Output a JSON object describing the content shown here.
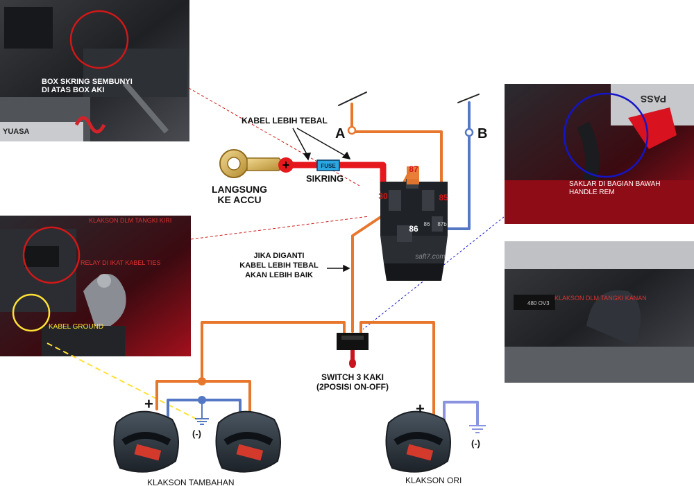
{
  "photos": {
    "fusebox": {
      "caption": "BOX SKRING SEMBUNYI\nDI ATAS BOX AKI",
      "badge": "YUASA"
    },
    "relay": {
      "caption_horn": "KLAKSON DLM TANGKI KIRI",
      "caption_relay": "RELAY DI IKAT KABEL TIES",
      "caption_ground": "KABEL GROUND"
    },
    "switch": {
      "caption": "SAKLAR DI BAGIAN BAWAH\nHANDLE REM",
      "badge": "PASS"
    },
    "horn_right": {
      "caption": "KLAKSON DLM TANGKI KANAN",
      "code": "480 OV3"
    }
  },
  "diagram": {
    "label_thick_cable": "KABEL LEBIH TEBAL",
    "fuse_label": "FUSE",
    "fuse_name": "SIKRING",
    "battery_plus": "+",
    "battery_label": "LANGSUNG\nKE ACCU",
    "point_a": "A",
    "point_b": "B",
    "relay": {
      "pin30": "30",
      "pin87": "87",
      "pin85": "85",
      "pin86": "86",
      "pin86b": "86",
      "pin87b": "87b",
      "brand": "saft7.com"
    },
    "note": "JIKA DIGANTI\nKABEL LEBIH TEBAL\nAKAN LEBIH BAIK",
    "switch_label": "SWITCH 3 KAKI\n(2POSISI ON-OFF)",
    "horn_extra_plus": "+",
    "horn_extra_minus": "(-)",
    "horn_extra_label": "KLAKSON TAMBAHAN",
    "horn_ori_plus": "+",
    "horn_ori_minus": "(-)",
    "horn_ori_label": "KLAKSON ORI"
  },
  "colors": {
    "orange": "#e8772e",
    "red": "#e5191d",
    "blue": "#5578c4",
    "lightblue": "#8a93e0",
    "yellow": "#ffe135",
    "circle_red": "#d01818",
    "circle_blue": "#1414c8"
  }
}
